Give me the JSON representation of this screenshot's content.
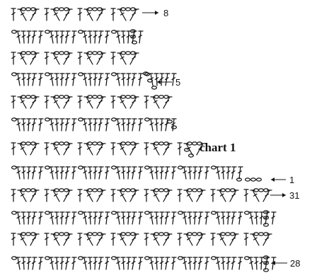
{
  "chart": {
    "title": "chart 1",
    "row_markers": {
      "chart1_row_8": "8",
      "chart1_row_5": "5",
      "chart1_row_1": "1",
      "chart2_row_31": "31",
      "chart2_row_28": "28"
    }
  },
  "colors": {
    "ink": "#141414",
    "background": "#ffffff"
  }
}
